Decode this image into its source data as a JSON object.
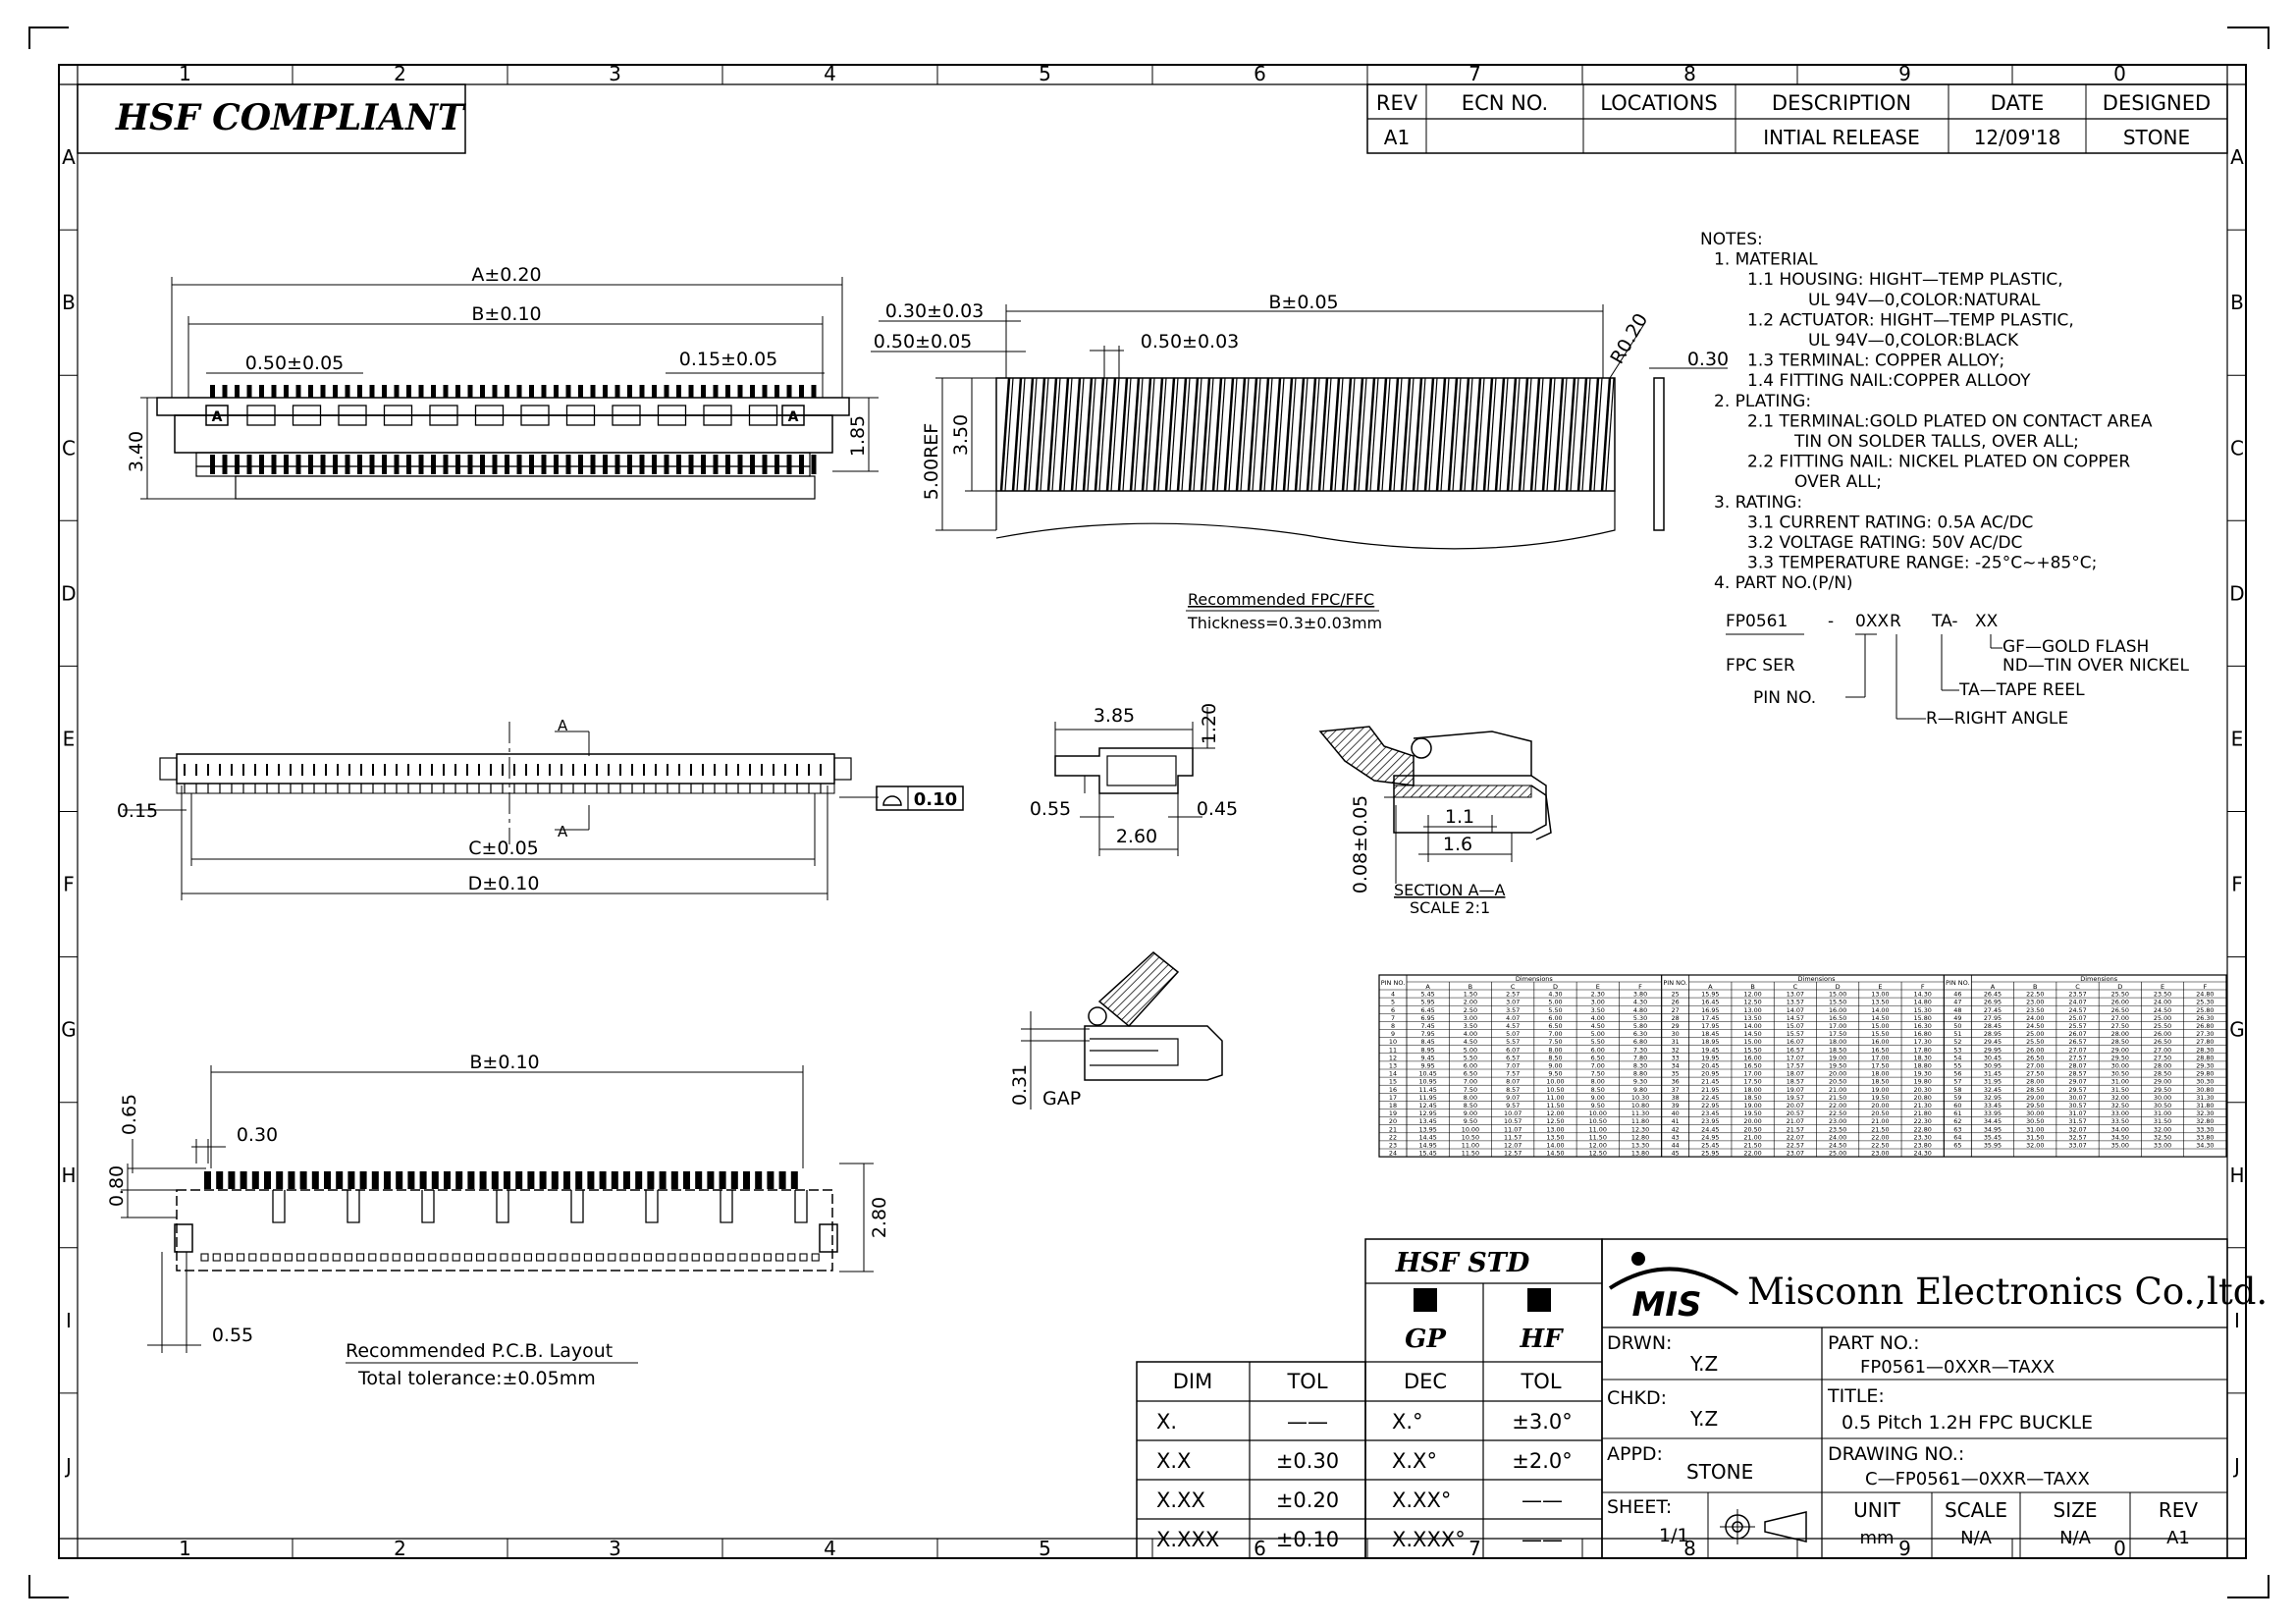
{
  "border": {
    "columns": [
      "1",
      "2",
      "3",
      "4",
      "5",
      "6",
      "7",
      "8",
      "9",
      "0"
    ],
    "rows": [
      "A",
      "B",
      "C",
      "D",
      "E",
      "F",
      "G",
      "H",
      "I",
      "J"
    ]
  },
  "compliance_label": "HSF  COMPLIANT",
  "revision_table": {
    "headers": [
      "REV",
      "ECN  NO.",
      "LOCATIONS",
      "DESCRIPTION",
      "DATE",
      "DESIGNED"
    ],
    "row": [
      "A1",
      "",
      "",
      "INTIAL  RELEASE",
      "12/09'18",
      "STONE"
    ]
  },
  "notes": [
    "NOTES:",
    "1.  MATERIAL",
    "1.1  HOUSING:  HIGHT—TEMP  PLASTIC,",
    "UL  94V—0,COLOR:NATURAL",
    "1.2  ACTUATOR:  HIGHT—TEMP  PLASTIC,",
    "UL  94V—0,COLOR:BLACK",
    "1.3  TERMINAL:  COPPER  ALLOY;",
    "1.4  FITTING  NAIL:COPPER  ALLOOY",
    "2.  PLATING:",
    "2.1  TERMINAL:GOLD  PLATED  ON  CONTACT  AREA",
    "TIN  ON  SOLDER  TALLS,  OVER  ALL;",
    "2.2  FITTING  NAIL:  NICKEL  PLATED  ON  COPPER",
    "OVER  ALL;",
    "3.  RATING:",
    "3.1  CURRENT  RATING:  0.5A  AC/DC",
    "3.2  VOLTAGE  RATING:  50V  AC/DC",
    "3.3  TEMPERATURE  RANGE:  -25°C~+85°C;",
    "4.  PART  NO.(P/N)"
  ],
  "part_number": {
    "parts": [
      "FP0561",
      "-",
      "0XX",
      "R",
      "TA-",
      "XX"
    ],
    "fpc_ser": "FPC  SER",
    "pin_no": "PIN  NO.",
    "gf": "GF—GOLD  FLASH",
    "nd": "ND—TIN  OVER  NICKEL",
    "ta": "TA—TAPE  REEL",
    "r": "R—RIGHT  ANGLE"
  },
  "front_view": {
    "a": "A±0.20",
    "b": "B±0.10",
    "pitch": "0.50±0.05",
    "pin_w": "0.15±0.05",
    "h1": "3.40",
    "h2": "1.85",
    "marker": "A"
  },
  "fpc_view": {
    "b": "B±0.05",
    "d1": "0.30±0.03",
    "d2": "0.50±0.05",
    "d3": "0.50±0.03",
    "r": "R0.20",
    "t": "0.30",
    "h1": "5.00REF",
    "h2": "3.50",
    "cap1": "Recommended  FPC/FFC",
    "cap2": "Thickness=0.3±0.03mm"
  },
  "top_view": {
    "c": "C±0.05",
    "d": "D±0.10",
    "l": "0.15",
    "flat": "0.10",
    "sec": "A"
  },
  "side_view": {
    "w": "3.85",
    "h": "1.20",
    "l": "0.55",
    "r": "0.45",
    "b": "2.60"
  },
  "section": {
    "v": "0.08±0.05",
    "a": "1.1",
    "b": "1.6",
    "title": "SECTION  A—A",
    "scale": "SCALE  2:1"
  },
  "gap_view": {
    "v": "0.31",
    "label": "GAP"
  },
  "pcb_view": {
    "b": "B±0.10",
    "h1": "0.65",
    "w1": "0.30",
    "h2": "0.80",
    "h3": "2.80",
    "w2": "0.55",
    "cap1": "Recommended  P.C.B.  Layout",
    "cap2": "Total  tolerance:±0.05mm"
  },
  "dim_table": {
    "group_label": "Dimensions",
    "headers": [
      "PIN NO.",
      "A",
      "B",
      "C",
      "D",
      "E",
      "F"
    ],
    "rows": [
      [
        "4",
        "5.45",
        "1.50",
        "2.57",
        "4.30",
        "2.30",
        "3.80"
      ],
      [
        "5",
        "5.95",
        "2.00",
        "3.07",
        "5.00",
        "3.00",
        "4.30"
      ],
      [
        "6",
        "6.45",
        "2.50",
        "3.57",
        "5.50",
        "3.50",
        "4.80"
      ],
      [
        "7",
        "6.95",
        "3.00",
        "4.07",
        "6.00",
        "4.00",
        "5.30"
      ],
      [
        "8",
        "7.45",
        "3.50",
        "4.57",
        "6.50",
        "4.50",
        "5.80"
      ],
      [
        "9",
        "7.95",
        "4.00",
        "5.07",
        "7.00",
        "5.00",
        "6.30"
      ],
      [
        "10",
        "8.45",
        "4.50",
        "5.57",
        "7.50",
        "5.50",
        "6.80"
      ],
      [
        "11",
        "8.95",
        "5.00",
        "6.07",
        "8.00",
        "6.00",
        "7.30"
      ],
      [
        "12",
        "9.45",
        "5.50",
        "6.57",
        "8.50",
        "6.50",
        "7.80"
      ],
      [
        "13",
        "9.95",
        "6.00",
        "7.07",
        "9.00",
        "7.00",
        "8.30"
      ],
      [
        "14",
        "10.45",
        "6.50",
        "7.57",
        "9.50",
        "7.50",
        "8.80"
      ],
      [
        "15",
        "10.95",
        "7.00",
        "8.07",
        "10.00",
        "8.00",
        "9.30"
      ],
      [
        "16",
        "11.45",
        "7.50",
        "8.57",
        "10.50",
        "8.50",
        "9.80"
      ],
      [
        "17",
        "11.95",
        "8.00",
        "9.07",
        "11.00",
        "9.00",
        "10.30"
      ],
      [
        "18",
        "12.45",
        "8.50",
        "9.57",
        "11.50",
        "9.50",
        "10.80"
      ],
      [
        "19",
        "12.95",
        "9.00",
        "10.07",
        "12.00",
        "10.00",
        "11.30"
      ],
      [
        "20",
        "13.45",
        "9.50",
        "10.57",
        "12.50",
        "10.50",
        "11.80"
      ],
      [
        "21",
        "13.95",
        "10.00",
        "11.07",
        "13.00",
        "11.00",
        "12.30"
      ],
      [
        "22",
        "14.45",
        "10.50",
        "11.57",
        "13.50",
        "11.50",
        "12.80"
      ],
      [
        "23",
        "14.95",
        "11.00",
        "12.07",
        "14.00",
        "12.00",
        "13.30"
      ],
      [
        "24",
        "15.45",
        "11.50",
        "12.57",
        "14.50",
        "12.50",
        "13.80"
      ],
      [
        "25",
        "15.95",
        "12.00",
        "13.07",
        "15.00",
        "13.00",
        "14.30"
      ],
      [
        "26",
        "16.45",
        "12.50",
        "13.57",
        "15.50",
        "13.50",
        "14.80"
      ],
      [
        "27",
        "16.95",
        "13.00",
        "14.07",
        "16.00",
        "14.00",
        "15.30"
      ],
      [
        "28",
        "17.45",
        "13.50",
        "14.57",
        "16.50",
        "14.50",
        "15.80"
      ],
      [
        "29",
        "17.95",
        "14.00",
        "15.07",
        "17.00",
        "15.00",
        "16.30"
      ],
      [
        "30",
        "18.45",
        "14.50",
        "15.57",
        "17.50",
        "15.50",
        "16.80"
      ],
      [
        "31",
        "18.95",
        "15.00",
        "16.07",
        "18.00",
        "16.00",
        "17.30"
      ],
      [
        "32",
        "19.45",
        "15.50",
        "16.57",
        "18.50",
        "16.50",
        "17.80"
      ],
      [
        "33",
        "19.95",
        "16.00",
        "17.07",
        "19.00",
        "17.00",
        "18.30"
      ],
      [
        "34",
        "20.45",
        "16.50",
        "17.57",
        "19.50",
        "17.50",
        "18.80"
      ],
      [
        "35",
        "20.95",
        "17.00",
        "18.07",
        "20.00",
        "18.00",
        "19.30"
      ],
      [
        "36",
        "21.45",
        "17.50",
        "18.57",
        "20.50",
        "18.50",
        "19.80"
      ],
      [
        "37",
        "21.95",
        "18.00",
        "19.07",
        "21.00",
        "19.00",
        "20.30"
      ],
      [
        "38",
        "22.45",
        "18.50",
        "19.57",
        "21.50",
        "19.50",
        "20.80"
      ],
      [
        "39",
        "22.95",
        "19.00",
        "20.07",
        "22.00",
        "20.00",
        "21.30"
      ],
      [
        "40",
        "23.45",
        "19.50",
        "20.57",
        "22.50",
        "20.50",
        "21.80"
      ],
      [
        "41",
        "23.95",
        "20.00",
        "21.07",
        "23.00",
        "21.00",
        "22.30"
      ],
      [
        "42",
        "24.45",
        "20.50",
        "21.57",
        "23.50",
        "21.50",
        "22.80"
      ],
      [
        "43",
        "24.95",
        "21.00",
        "22.07",
        "24.00",
        "22.00",
        "23.30"
      ],
      [
        "44",
        "25.45",
        "21.50",
        "22.57",
        "24.50",
        "22.50",
        "23.80"
      ],
      [
        "45",
        "25.95",
        "22.00",
        "23.07",
        "25.00",
        "23.00",
        "24.30"
      ],
      [
        "46",
        "26.45",
        "22.50",
        "23.57",
        "25.50",
        "23.50",
        "24.80"
      ],
      [
        "47",
        "26.95",
        "23.00",
        "24.07",
        "26.00",
        "24.00",
        "25.30"
      ],
      [
        "48",
        "27.45",
        "23.50",
        "24.57",
        "26.50",
        "24.50",
        "25.80"
      ],
      [
        "49",
        "27.95",
        "24.00",
        "25.07",
        "27.00",
        "25.00",
        "26.30"
      ],
      [
        "50",
        "28.45",
        "24.50",
        "25.57",
        "27.50",
        "25.50",
        "26.80"
      ],
      [
        "51",
        "28.95",
        "25.00",
        "26.07",
        "28.00",
        "26.00",
        "27.30"
      ],
      [
        "52",
        "29.45",
        "25.50",
        "26.57",
        "28.50",
        "26.50",
        "27.80"
      ],
      [
        "53",
        "29.95",
        "26.00",
        "27.07",
        "29.00",
        "27.00",
        "28.30"
      ],
      [
        "54",
        "30.45",
        "26.50",
        "27.57",
        "29.50",
        "27.50",
        "28.80"
      ],
      [
        "55",
        "30.95",
        "27.00",
        "28.07",
        "30.00",
        "28.00",
        "29.30"
      ],
      [
        "56",
        "31.45",
        "27.50",
        "28.57",
        "30.50",
        "28.50",
        "29.80"
      ],
      [
        "57",
        "31.95",
        "28.00",
        "29.07",
        "31.00",
        "29.00",
        "30.30"
      ],
      [
        "58",
        "32.45",
        "28.50",
        "29.57",
        "31.50",
        "29.50",
        "30.80"
      ],
      [
        "59",
        "32.95",
        "29.00",
        "30.07",
        "32.00",
        "30.00",
        "31.30"
      ],
      [
        "60",
        "33.45",
        "29.50",
        "30.57",
        "32.50",
        "30.50",
        "31.80"
      ],
      [
        "61",
        "33.95",
        "30.00",
        "31.07",
        "33.00",
        "31.00",
        "32.30"
      ],
      [
        "62",
        "34.45",
        "30.50",
        "31.57",
        "33.50",
        "31.50",
        "32.80"
      ],
      [
        "63",
        "34.95",
        "31.00",
        "32.07",
        "34.00",
        "32.00",
        "33.30"
      ],
      [
        "64",
        "35.45",
        "31.50",
        "32.57",
        "34.50",
        "32.50",
        "33.80"
      ],
      [
        "65",
        "35.95",
        "32.00",
        "33.07",
        "35.00",
        "33.00",
        "34.30"
      ]
    ]
  },
  "tol_table": {
    "headers": [
      "DIM",
      "TOL"
    ],
    "rows": [
      [
        "X.",
        "——"
      ],
      [
        "X.X",
        "±0.30"
      ],
      [
        "X.XX",
        "±0.20"
      ],
      [
        "X.XXX",
        "±0.10"
      ]
    ]
  },
  "hsf_table": {
    "title": "HSF  STD",
    "cols": [
      "GP",
      "HF"
    ],
    "headers": [
      "DEC",
      "TOL"
    ],
    "rows": [
      [
        "X.°",
        "±3.0°"
      ],
      [
        "X.X°",
        "±2.0°"
      ],
      [
        "X.XX°",
        "——"
      ],
      [
        "X.XXX°",
        "——"
      ]
    ]
  },
  "title_block": {
    "logo": "MIS",
    "company": "Misconn Electronics Co.,ltd.",
    "drwn_label": "DRWN:",
    "drwn": "Y.Z",
    "chkd_label": "CHKD:",
    "chkd": "Y.Z",
    "appd_label": "APPD:",
    "appd": "STONE",
    "sheet_label": "SHEET:",
    "sheet": "1/1",
    "part_label": "PART  NO.:",
    "part": "FP0561—0XXR—TAXX",
    "title_label": "TITLE:",
    "title": "0.5  Pitch  1.2H  FPC    BUCKLE",
    "dwg_label": "DRAWING  NO.:",
    "dwg": "C—FP0561—0XXR—TAXX",
    "unit_label": "UNIT",
    "unit": "mm",
    "scale_label": "SCALE",
    "scale": "N/A",
    "size_label": "SIZE",
    "size": "N/A",
    "rev_label": "REV",
    "rev": "A1"
  }
}
